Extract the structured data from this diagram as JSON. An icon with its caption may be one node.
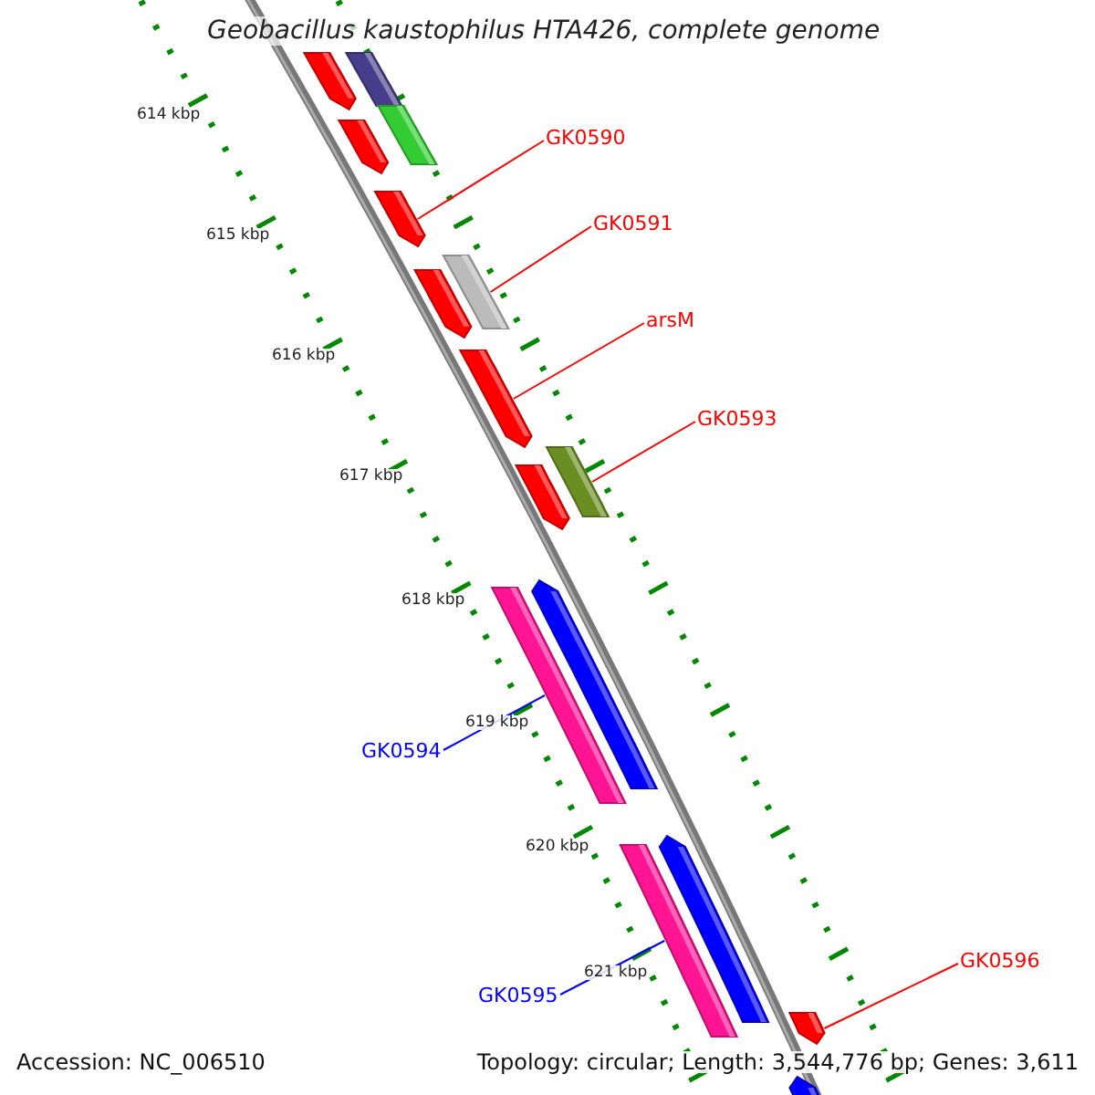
{
  "diagram": {
    "title": "Geobacillus kaustophilus HTA426, complete genome",
    "nodes": [
      {
        "text": [
          "GK0590"
        ]
      },
      {
        "text": [],
        "shape": "bar"
      },
      {
        "text": [
          "GK0591"
        ]
      },
      {
        "text": [],
        "shape": "bar"
      },
      {
        "text": [
          "arsM"
        ]
      },
      {
        "text": [],
        "shape": "bar"
      },
      {
        "text": [
          "GK0593"
        ]
      },
      {
        "text": [],
        "shape": "bar"
      },
      {
        "text": [
          "GK0594"
        ]
      },
      {
        "text": [],
        "shape": "bar"
      },
      {
        "text": [
          "GK0595"
        ]
      },
      {
        "text": [],
        "shape": "bar"
      },
      {
        "text": [
          "GK0596"
        ]
      },
      {
        "text": [],
        "shape": "bar"
      },
      {
        "text": [],
        "shape": "bar"
      },
      {
        "text": [],
        "shape": "bar"
      },
      {
        "text": [],
        "shape": "bar"
      },
      {
        "text": [],
        "shape": "bar"
      },
      {
        "text": [],
        "shape": "bar"
      },
      {
        "text": [],
        "shape": "bar"
      },
      {
        "text": [],
        "shape": "bar"
      },
      {
        "text": [],
        "shape": "bar"
      },
      {
        "text": [],
        "shape": "bar"
      }
    ],
    "edges": [
      {
        "from": 0,
        "to": 1,
        "arrow": "none"
      },
      {
        "from": 2,
        "to": 3,
        "arrow": "none"
      },
      {
        "from": 4,
        "to": 5,
        "arrow": "none"
      },
      {
        "from": 6,
        "to": 7,
        "arrow": "none"
      },
      {
        "from": 8,
        "to": 9,
        "arrow": "none",
        "color": "#0000ff"
      },
      {
        "from": 10,
        "to": 11,
        "arrow": "none",
        "color": "#0000ff"
      },
      {
        "from": 12,
        "to": 13,
        "arrow": "none"
      }
    ],
    "labels": [
      "614 kbp",
      "615 kbp",
      "616 kbp",
      "617 kbp",
      "618 kbp",
      "619 kbp",
      "620 kbp",
      "621 kbp",
      "Accession: NC_006510",
      "Topology: circular; Length: 3,544,776 bp; Genes: 3,611"
    ]
  }
}
